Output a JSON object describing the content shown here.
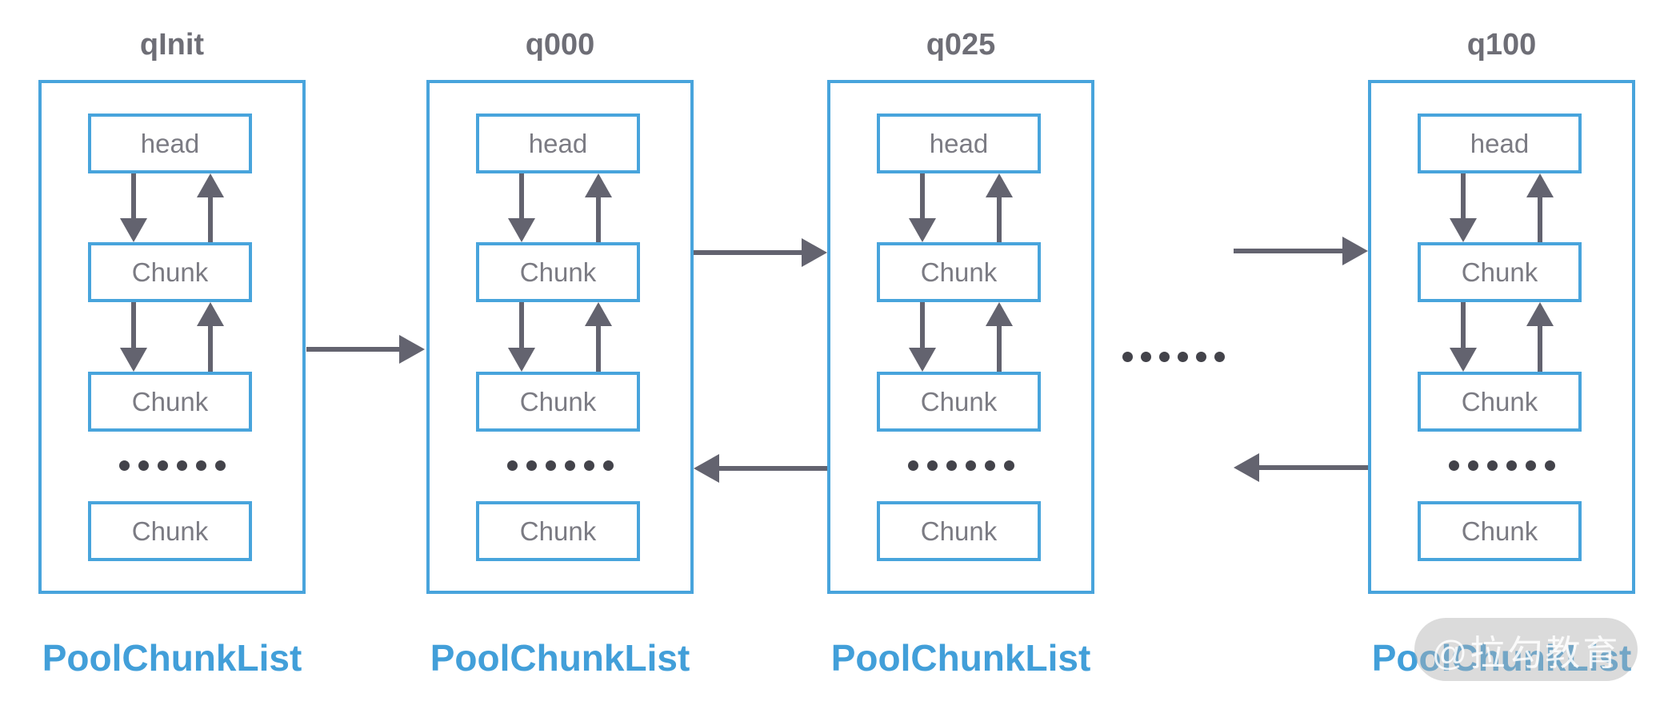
{
  "colors": {
    "box_border_blue": "#48A4DC",
    "footer_label_blue": "#429FD9",
    "arrow_gray": "#63636F",
    "node_text_gray": "#7B7B83",
    "title_gray": "#6E6E76",
    "dot_gray": "#43434A",
    "watermark_pill_gray": "#D9D9D9",
    "watermark_text_white": "#FFFFFF"
  },
  "columns": [
    {
      "title": "qInit",
      "head_label": "head",
      "chunk_labels": [
        "Chunk",
        "Chunk",
        "Chunk"
      ],
      "dots_count": 6,
      "footer_label": "PoolChunkList"
    },
    {
      "title": "q000",
      "head_label": "head",
      "chunk_labels": [
        "Chunk",
        "Chunk",
        "Chunk"
      ],
      "dots_count": 6,
      "footer_label": "PoolChunkList"
    },
    {
      "title": "q025",
      "head_label": "head",
      "chunk_labels": [
        "Chunk",
        "Chunk",
        "Chunk"
      ],
      "dots_count": 6,
      "footer_label": "PoolChunkList"
    },
    {
      "title": "q100",
      "head_label": "head",
      "chunk_labels": [
        "Chunk",
        "Chunk",
        "Chunk"
      ],
      "dots_count": 6,
      "footer_label": "PoolChunkList"
    }
  ],
  "between_lists": {
    "dots_count": 6
  },
  "watermark": {
    "text": "@拉勾教育"
  }
}
